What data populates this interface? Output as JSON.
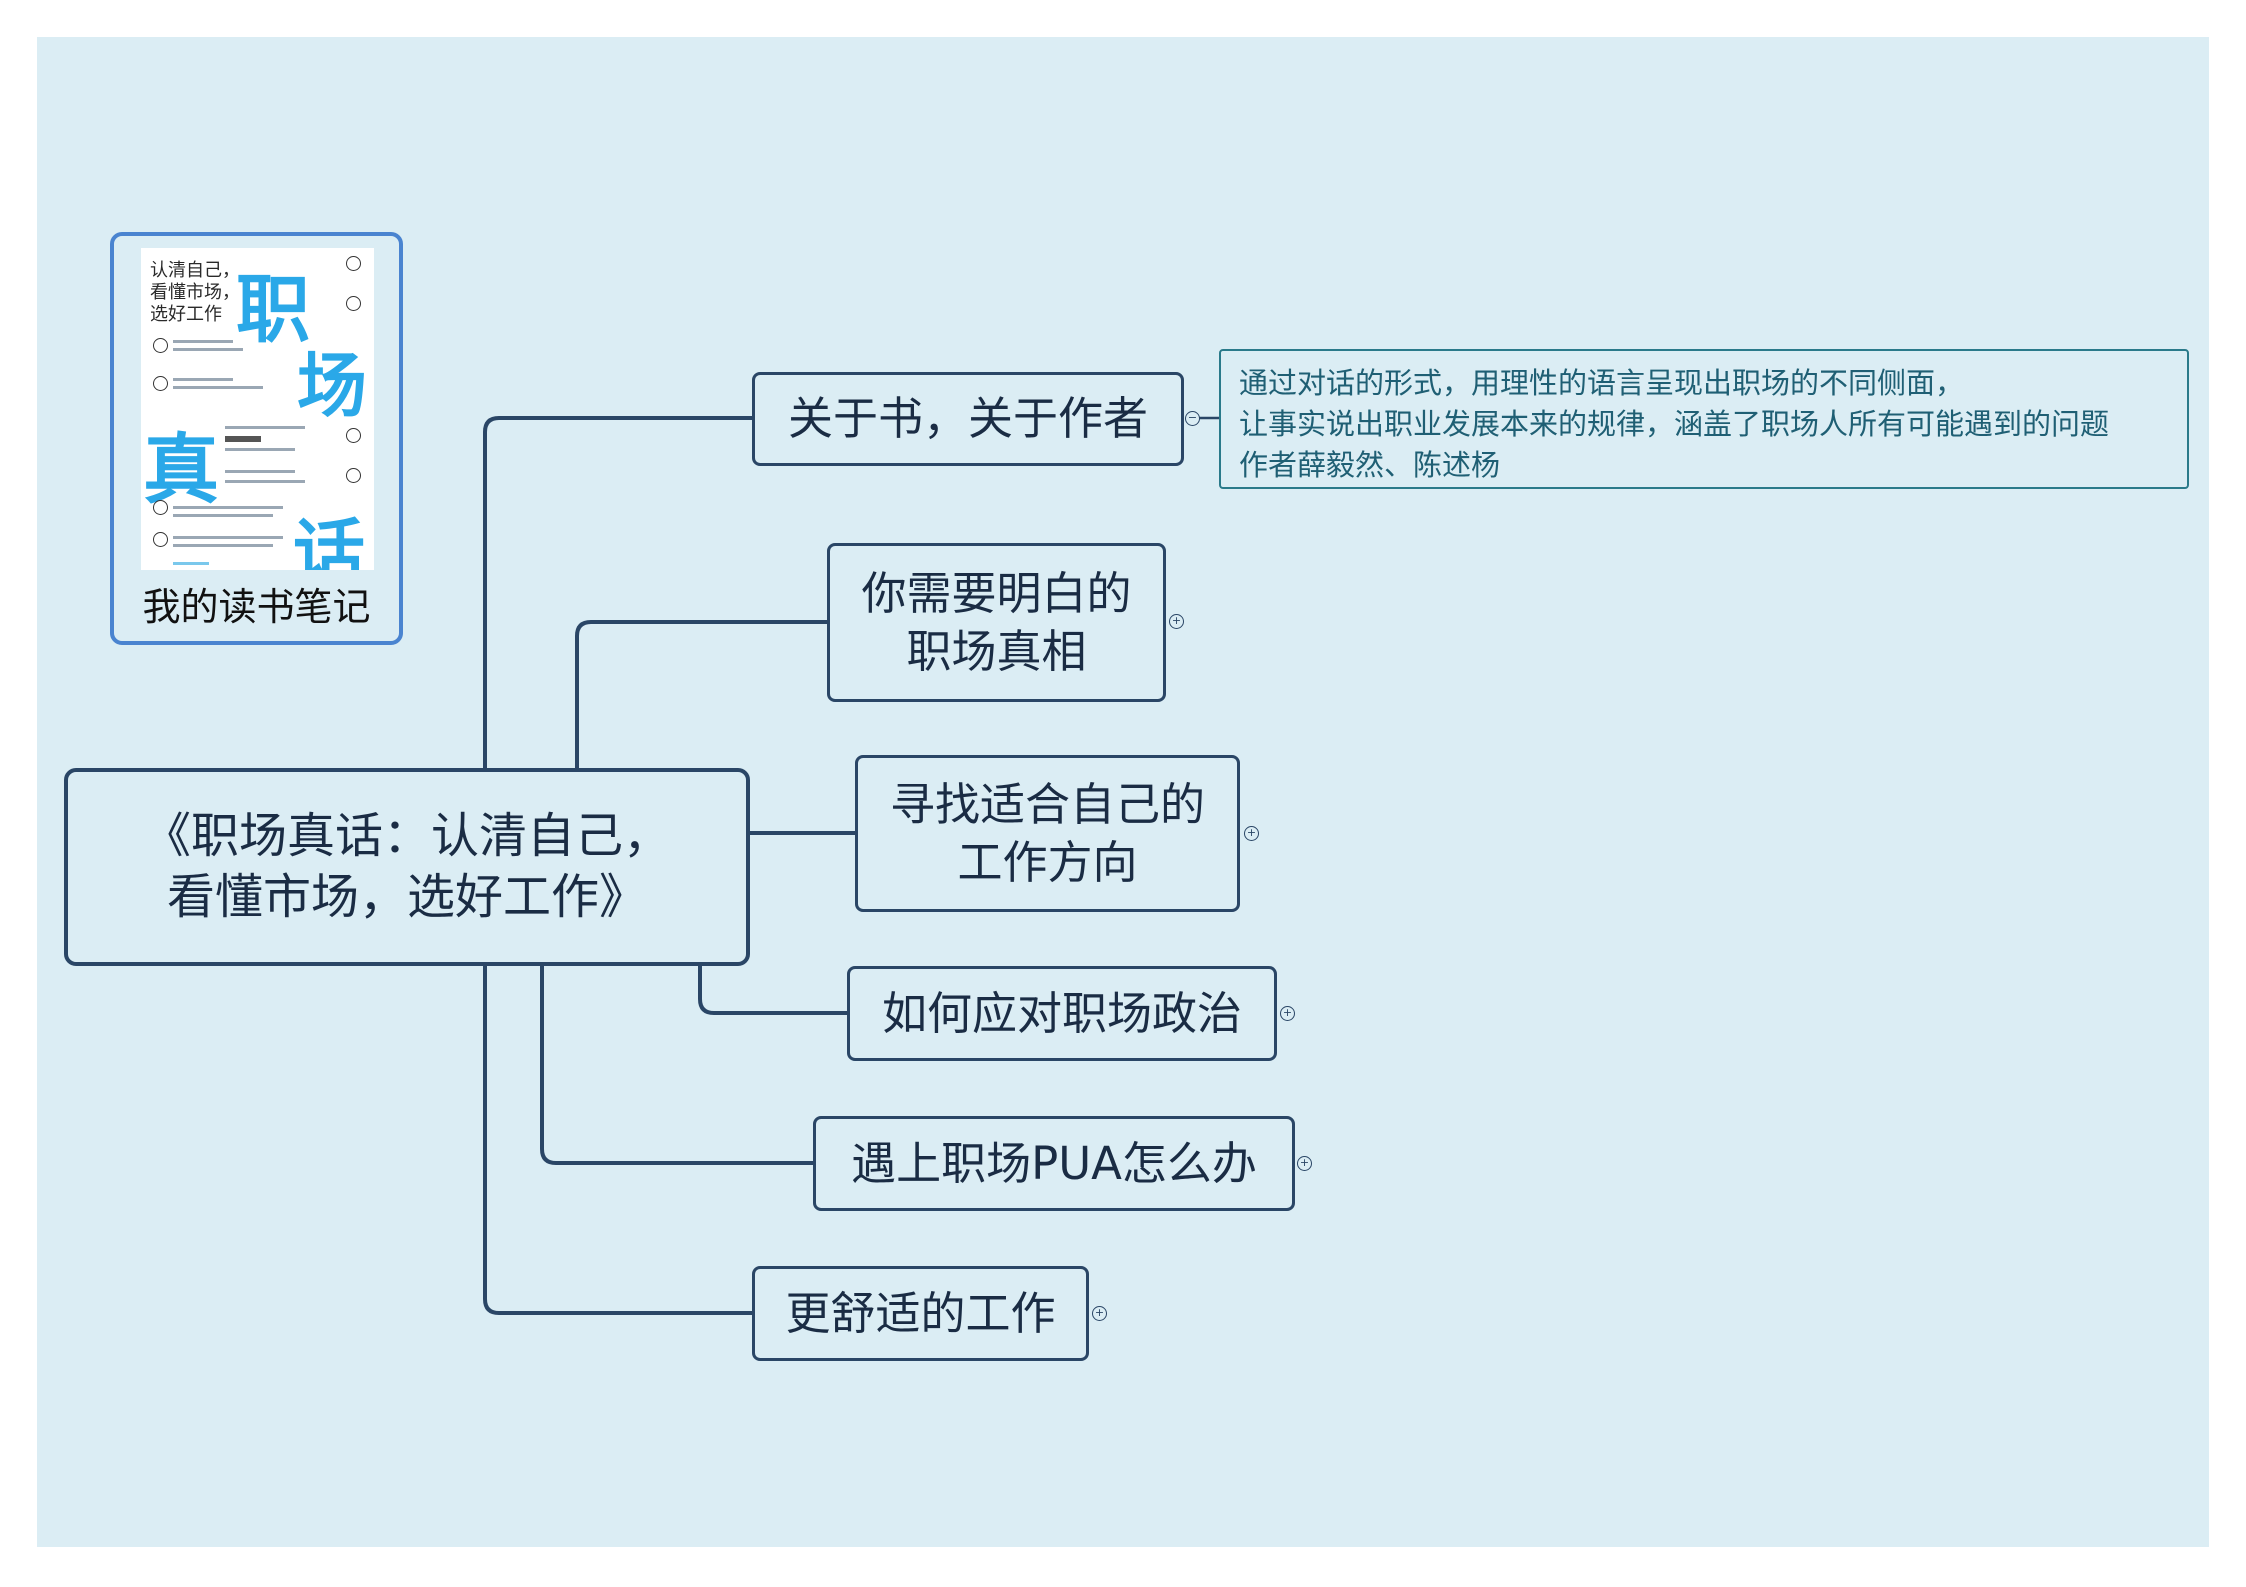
{
  "root": {
    "text": "《职场真话：认清自己，\n看懂市场，选好工作》"
  },
  "cover": {
    "caption": "我的读书笔记",
    "title": "认清自己，\n看懂市场，\n选好工作",
    "big_chars": [
      "职",
      "场",
      "真",
      "话"
    ]
  },
  "branches": [
    {
      "text": "关于书，关于作者",
      "toggle": "−"
    },
    {
      "text": "你需要明白的\n职场真相",
      "toggle": "+"
    },
    {
      "text": "寻找适合自己的\n工作方向",
      "toggle": "+"
    },
    {
      "text": "如何应对职场政治",
      "toggle": "+"
    },
    {
      "text": "遇上职场PUA怎么办",
      "toggle": "+"
    },
    {
      "text": "更舒适的工作",
      "toggle": "+"
    }
  ],
  "note": {
    "lines": [
      "通过对话的形式，用理性的语言呈现出职场的不同侧面，",
      "让事实说出职业发展本来的规律，涵盖了职场人所有可能遇到的问题",
      "作者薛毅然、陈述杨"
    ]
  },
  "colors": {
    "background": "#dbedf4",
    "line": "#2a4666",
    "note_border": "#2a7a8a",
    "cover_border": "#4a84d0",
    "cover_accent": "#2aa8e8"
  }
}
